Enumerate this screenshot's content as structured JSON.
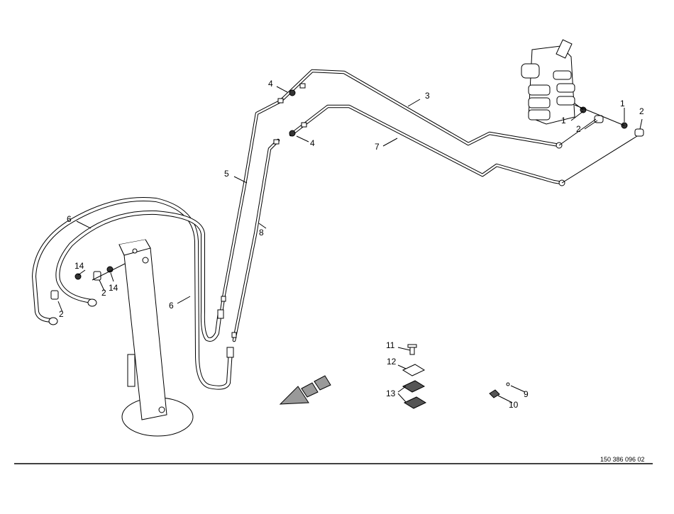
{
  "callouts": [
    "1",
    "1",
    "2",
    "2",
    "3",
    "4",
    "4",
    "5",
    "7",
    "6",
    "8",
    "14",
    "14",
    "2",
    "2",
    "6",
    "11",
    "12",
    "13",
    "9",
    "10"
  ],
  "drawing_number": "150 386 096 02"
}
